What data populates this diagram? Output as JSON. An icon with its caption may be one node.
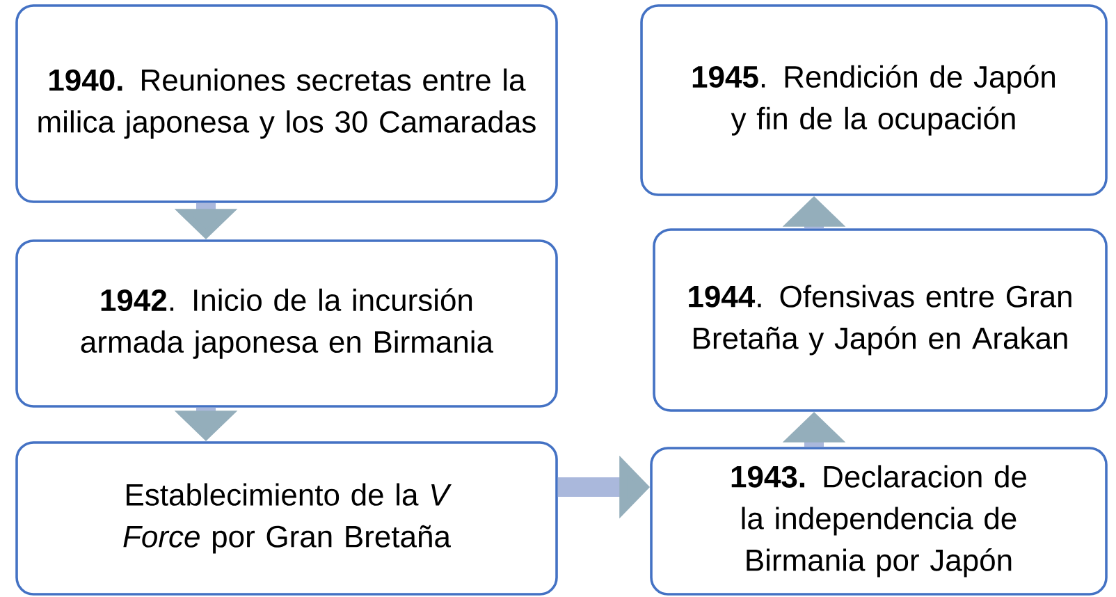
{
  "diagram": {
    "nodes": [
      {
        "text": [
          "**1940.** Reuniones secretas entre la milica japonesa y los 30 Camaradas"
        ]
      },
      {
        "text": [
          "**1942**. Inicio de la incursión armada japonesa en Birmania"
        ]
      },
      {
        "text": [
          "Establecimiento de la *V Force* por Gran Bretaña"
        ]
      },
      {
        "text": [
          "**1943.** Declaracion de la independencia de Birmania por Japón"
        ]
      },
      {
        "text": [
          "**1944**. Ofensivas entre Gran Bretaña y Japón en Arakan"
        ]
      },
      {
        "text": [
          "**1945**. Rendición de Japón y fin de la ocupación"
        ]
      }
    ],
    "edges": [
      {
        "from": 0,
        "to": 1,
        "arrow": "to"
      },
      {
        "from": 1,
        "to": 2,
        "arrow": "to"
      },
      {
        "from": 2,
        "to": 3,
        "arrow": "to"
      },
      {
        "from": 3,
        "to": 4,
        "arrow": "to"
      },
      {
        "from": 4,
        "to": 5,
        "arrow": "to"
      }
    ]
  }
}
